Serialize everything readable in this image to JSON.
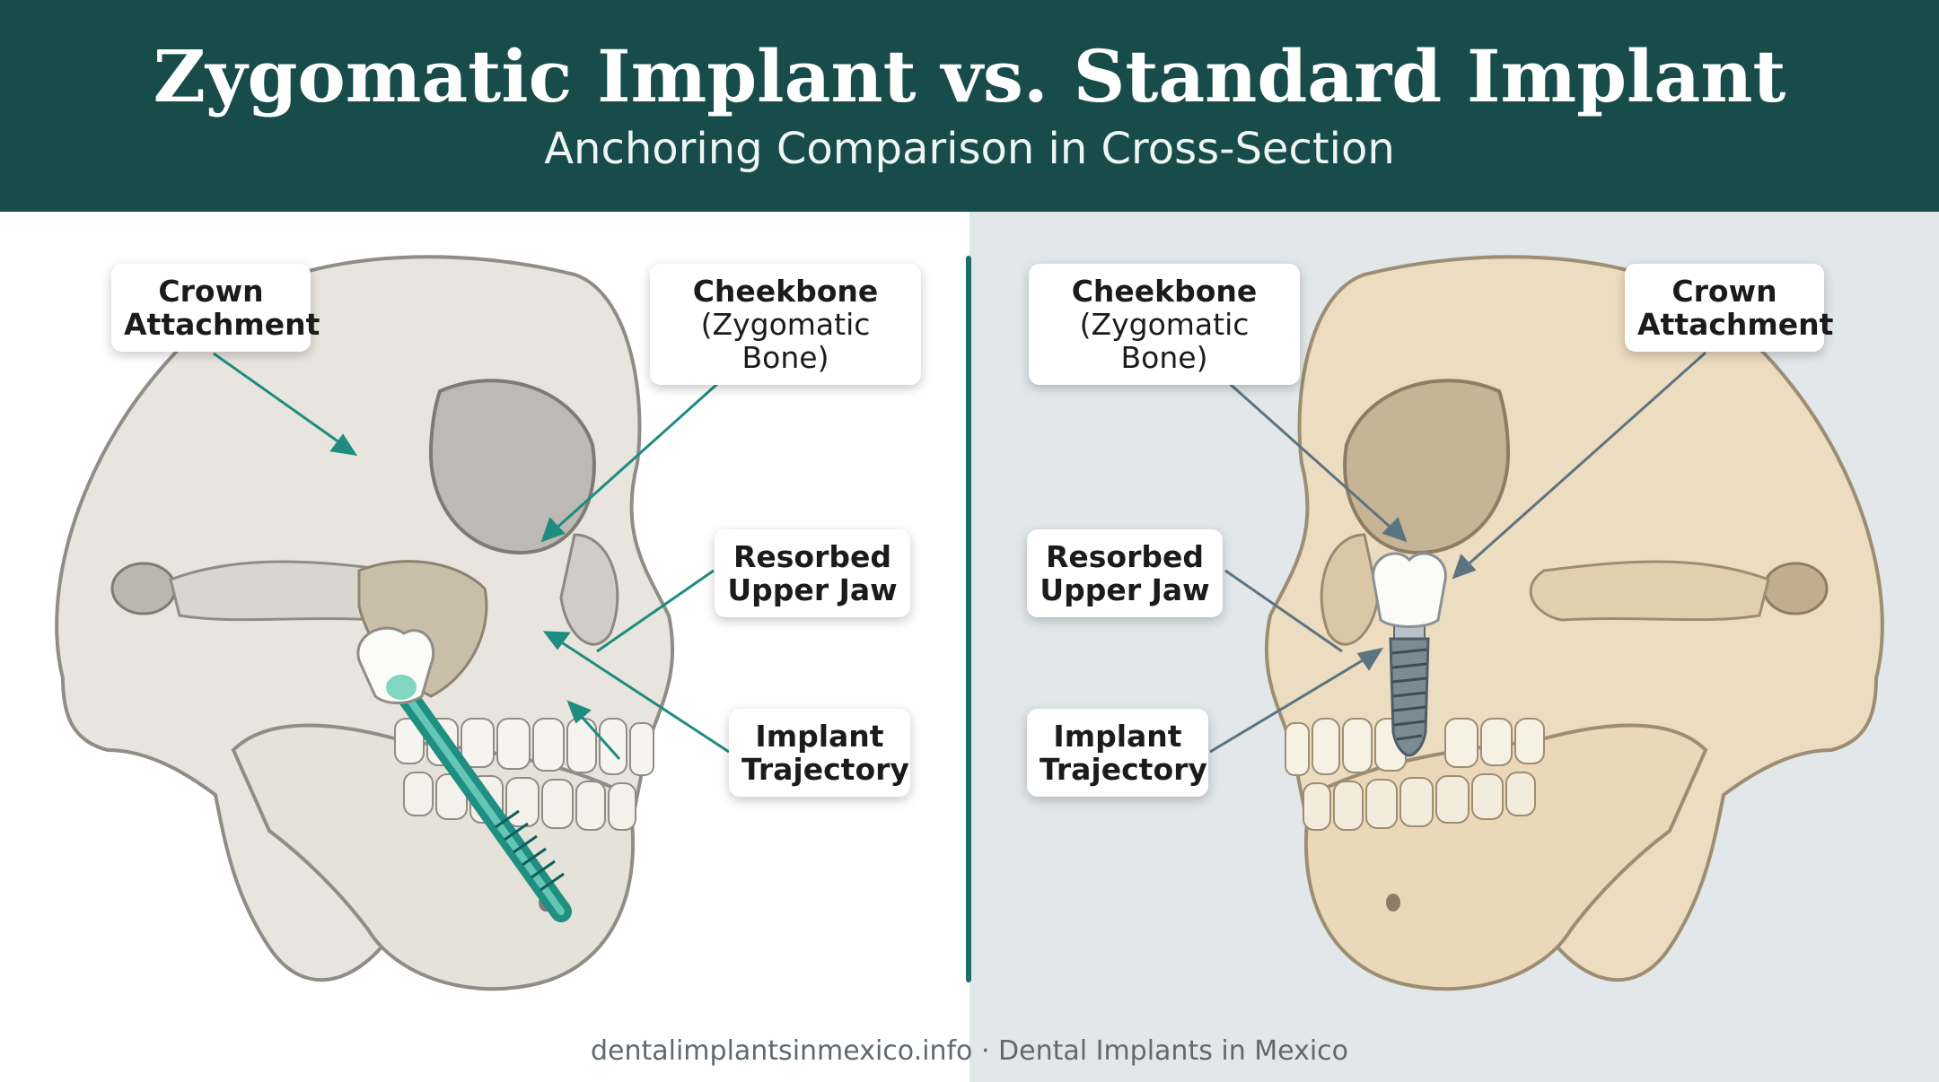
{
  "header": {
    "title": "Zygomatic Implant vs. Standard Implant",
    "subtitle": "Anchoring Comparison in Cross-Section"
  },
  "left_panel": {
    "labels": {
      "crown": [
        "Crown",
        "Attachment"
      ],
      "cheekbone": [
        "Cheekbone",
        "(Zygomatic Bone)"
      ],
      "resorbed": [
        "Resorbed",
        "Upper Jaw"
      ],
      "trajectory": [
        "Implant",
        "Trajectory"
      ]
    }
  },
  "right_panel": {
    "labels": {
      "cheekbone": [
        "Cheekbone",
        "(Zygomatic Bone)"
      ],
      "crown": [
        "Crown",
        "Attachment"
      ],
      "resorbed": [
        "Resorbed",
        "Upper Jaw"
      ],
      "trajectory": [
        "Implant",
        "Trajectory"
      ]
    }
  },
  "footer": "dentalimplantsinmexico.info · Dental Implants in Mexico",
  "colors": {
    "header_bg": "#174c4a",
    "left_accent": "#1e8c80",
    "right_accent": "#5c7480",
    "left_bone": "#e7e5dd",
    "right_bone": "#ecdcc0",
    "right_bg": "#e2e7ea"
  }
}
